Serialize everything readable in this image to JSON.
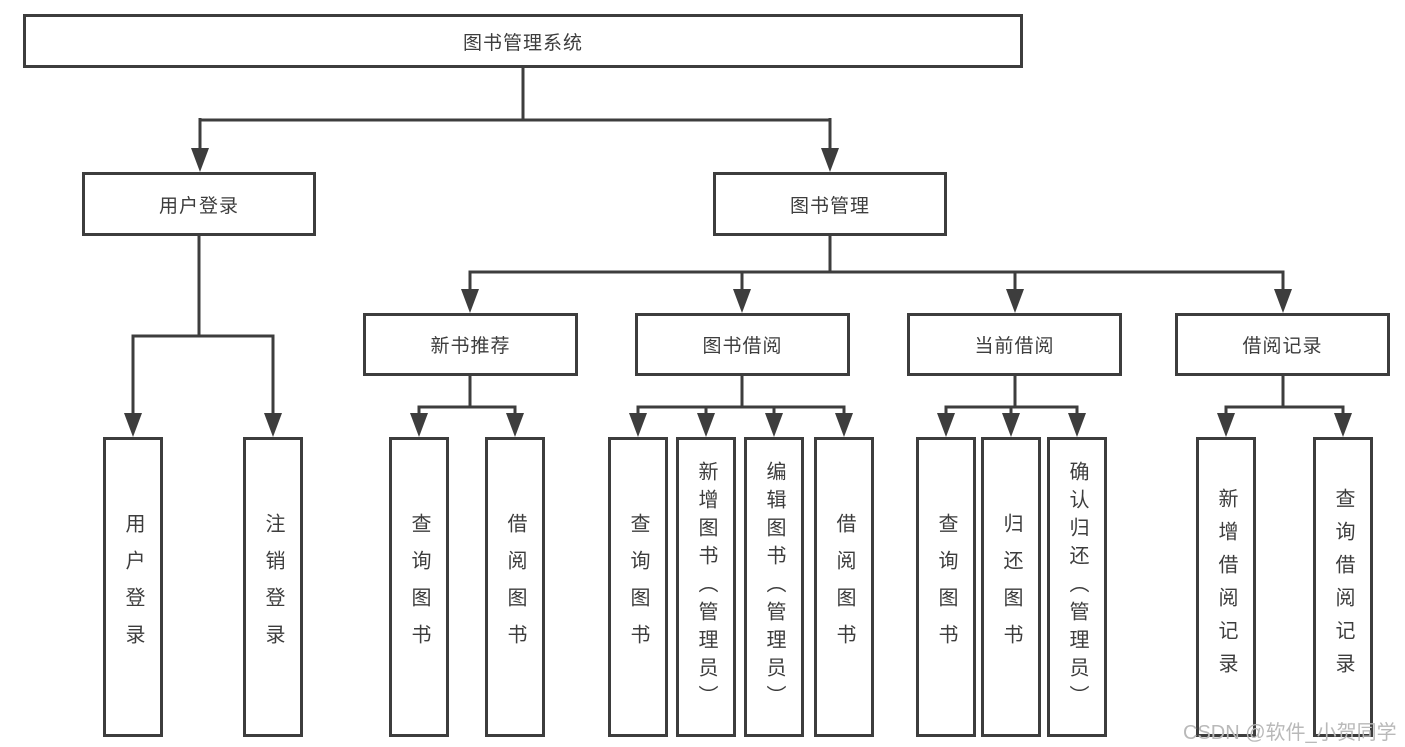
{
  "diagram": {
    "root": {
      "label": "图书管理系统"
    },
    "level2": [
      {
        "label": "用户登录"
      },
      {
        "label": "图书管理"
      }
    ],
    "level3": [
      {
        "label": "新书推荐",
        "parent": "图书管理"
      },
      {
        "label": "图书借阅",
        "parent": "图书管理"
      },
      {
        "label": "当前借阅",
        "parent": "图书管理"
      },
      {
        "label": "借阅记录",
        "parent": "图书管理"
      }
    ],
    "leaves": [
      {
        "label": "用户登录",
        "parent": "用户登录"
      },
      {
        "label": "注销登录",
        "parent": "用户登录"
      },
      {
        "label": "查询图书",
        "parent": "新书推荐"
      },
      {
        "label": "借阅图书",
        "parent": "新书推荐"
      },
      {
        "label": "查询图书",
        "parent": "图书借阅"
      },
      {
        "label": "新增图书（管理员）",
        "parent": "图书借阅"
      },
      {
        "label": "编辑图书（管理员）",
        "parent": "图书借阅"
      },
      {
        "label": "借阅图书",
        "parent": "图书借阅"
      },
      {
        "label": "查询图书",
        "parent": "当前借阅"
      },
      {
        "label": "归还图书",
        "parent": "当前借阅"
      },
      {
        "label": "确认归还（管理员）",
        "parent": "当前借阅"
      },
      {
        "label": "新增借阅记录",
        "parent": "借阅记录"
      },
      {
        "label": "查询借阅记录",
        "parent": "借阅记录"
      }
    ]
  },
  "watermark": {
    "text": "CSDN @软件_小贺同学"
  },
  "colors": {
    "line": "#3d3d3d",
    "text": "#3d3d3d",
    "background": "#ffffff",
    "watermark": "#b9b9b9"
  }
}
